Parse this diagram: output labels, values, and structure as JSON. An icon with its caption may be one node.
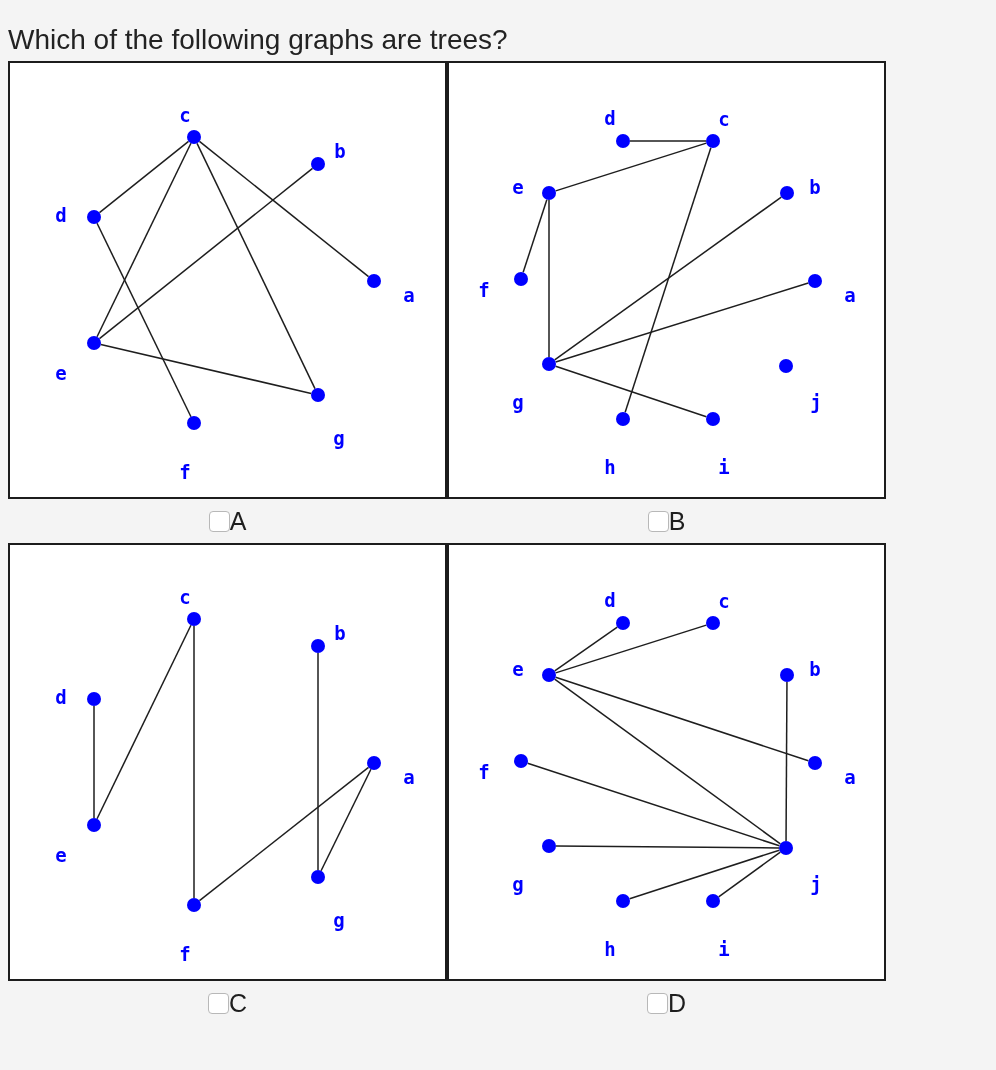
{
  "diagram": {
    "title": "Which of the following graphs are trees?",
    "nodes": [
      {
        "text": [],
        "shape": "box",
        "beside": [
          "A"
        ]
      },
      {
        "text": [],
        "shape": "circle",
        "beside": [
          "c"
        ],
        "in": 0
      },
      {
        "text": [],
        "shape": "circle",
        "beside": [
          "b"
        ],
        "in": 0
      },
      {
        "text": [],
        "shape": "circle",
        "beside": [
          "d"
        ],
        "in": 0
      },
      {
        "text": [],
        "shape": "circle",
        "beside": [
          "a"
        ],
        "in": 0
      },
      {
        "text": [],
        "shape": "circle",
        "beside": [
          "e"
        ],
        "in": 0
      },
      {
        "text": [],
        "shape": "circle",
        "beside": [
          "g"
        ],
        "in": 0
      },
      {
        "text": [],
        "shape": "circle",
        "beside": [
          "f"
        ],
        "in": 0
      },
      {
        "text": [],
        "shape": "box",
        "beside": [
          "B"
        ]
      },
      {
        "text": [],
        "shape": "circle",
        "beside": [
          "d"
        ],
        "in": 8
      },
      {
        "text": [],
        "shape": "circle",
        "beside": [
          "c"
        ],
        "in": 8
      },
      {
        "text": [],
        "shape": "circle",
        "beside": [
          "e"
        ],
        "in": 8
      },
      {
        "text": [],
        "shape": "circle",
        "beside": [
          "b"
        ],
        "in": 8
      },
      {
        "text": [],
        "shape": "circle",
        "beside": [
          "f"
        ],
        "in": 8
      },
      {
        "text": [],
        "shape": "circle",
        "beside": [
          "a"
        ],
        "in": 8
      },
      {
        "text": [],
        "shape": "circle",
        "beside": [
          "g"
        ],
        "in": 8
      },
      {
        "text": [],
        "shape": "circle",
        "beside": [
          "j"
        ],
        "in": 8
      },
      {
        "text": [],
        "shape": "circle",
        "beside": [
          "h"
        ],
        "in": 8
      },
      {
        "text": [],
        "shape": "circle",
        "beside": [
          "i"
        ],
        "in": 8
      },
      {
        "text": [],
        "shape": "box",
        "beside": [
          "C"
        ]
      },
      {
        "text": [],
        "shape": "circle",
        "beside": [
          "c"
        ],
        "in": 19
      },
      {
        "text": [],
        "shape": "circle",
        "beside": [
          "b"
        ],
        "in": 19
      },
      {
        "text": [],
        "shape": "circle",
        "beside": [
          "d"
        ],
        "in": 19
      },
      {
        "text": [],
        "shape": "circle",
        "beside": [
          "a"
        ],
        "in": 19
      },
      {
        "text": [],
        "shape": "circle",
        "beside": [
          "e"
        ],
        "in": 19
      },
      {
        "text": [],
        "shape": "circle",
        "beside": [
          "g"
        ],
        "in": 19
      },
      {
        "text": [],
        "shape": "circle",
        "beside": [
          "f"
        ],
        "in": 19
      },
      {
        "text": [],
        "shape": "box",
        "beside": [
          "D"
        ]
      },
      {
        "text": [],
        "shape": "circle",
        "beside": [
          "d"
        ],
        "in": 27
      },
      {
        "text": [],
        "shape": "circle",
        "beside": [
          "c"
        ],
        "in": 27
      },
      {
        "text": [],
        "shape": "circle",
        "beside": [
          "e"
        ],
        "in": 27
      },
      {
        "text": [],
        "shape": "circle",
        "beside": [
          "b"
        ],
        "in": 27
      },
      {
        "text": [],
        "shape": "circle",
        "beside": [
          "f"
        ],
        "in": 27
      },
      {
        "text": [],
        "shape": "circle",
        "beside": [
          "a"
        ],
        "in": 27
      },
      {
        "text": [],
        "shape": "circle",
        "beside": [
          "g"
        ],
        "in": 27
      },
      {
        "text": [],
        "shape": "circle",
        "beside": [
          "j"
        ],
        "in": 27
      },
      {
        "text": [],
        "shape": "circle",
        "beside": [
          "h"
        ],
        "in": 27
      },
      {
        "text": [],
        "shape": "circle",
        "beside": [
          "i"
        ],
        "in": 27
      }
    ],
    "edges": [
      {
        "from": 1,
        "to": 3,
        "arrow": "none"
      },
      {
        "from": 1,
        "to": 5,
        "arrow": "none"
      },
      {
        "from": 1,
        "to": 6,
        "arrow": "none"
      },
      {
        "from": 1,
        "to": 4,
        "arrow": "none"
      },
      {
        "from": 2,
        "to": 5,
        "arrow": "none"
      },
      {
        "from": 3,
        "to": 7,
        "arrow": "none"
      },
      {
        "from": 5,
        "to": 6,
        "arrow": "none"
      },
      {
        "from": 9,
        "to": 10,
        "arrow": "none"
      },
      {
        "from": 10,
        "to": 11,
        "arrow": "none"
      },
      {
        "from": 11,
        "to": 13,
        "arrow": "none"
      },
      {
        "from": 11,
        "to": 15,
        "arrow": "none"
      },
      {
        "from": 10,
        "to": 17,
        "arrow": "none"
      },
      {
        "from": 12,
        "to": 15,
        "arrow": "none"
      },
      {
        "from": 14,
        "to": 15,
        "arrow": "none"
      },
      {
        "from": 15,
        "to": 18,
        "arrow": "none"
      },
      {
        "from": 22,
        "to": 24,
        "arrow": "none"
      },
      {
        "from": 24,
        "to": 20,
        "arrow": "none"
      },
      {
        "from": 20,
        "to": 26,
        "arrow": "none"
      },
      {
        "from": 26,
        "to": 23,
        "arrow": "none"
      },
      {
        "from": 21,
        "to": 25,
        "arrow": "none"
      },
      {
        "from": 23,
        "to": 25,
        "arrow": "none"
      },
      {
        "from": 30,
        "to": 28,
        "arrow": "none"
      },
      {
        "from": 30,
        "to": 29,
        "arrow": "none"
      },
      {
        "from": 30,
        "to": 33,
        "arrow": "none"
      },
      {
        "from": 30,
        "to": 35,
        "arrow": "none"
      },
      {
        "from": 32,
        "to": 35,
        "arrow": "none"
      },
      {
        "from": 34,
        "to": 35,
        "arrow": "none"
      },
      {
        "from": 36,
        "to": 35,
        "arrow": "none"
      },
      {
        "from": 37,
        "to": 35,
        "arrow": "none"
      },
      {
        "from": 31,
        "to": 35,
        "arrow": "none"
      }
    ]
  }
}
